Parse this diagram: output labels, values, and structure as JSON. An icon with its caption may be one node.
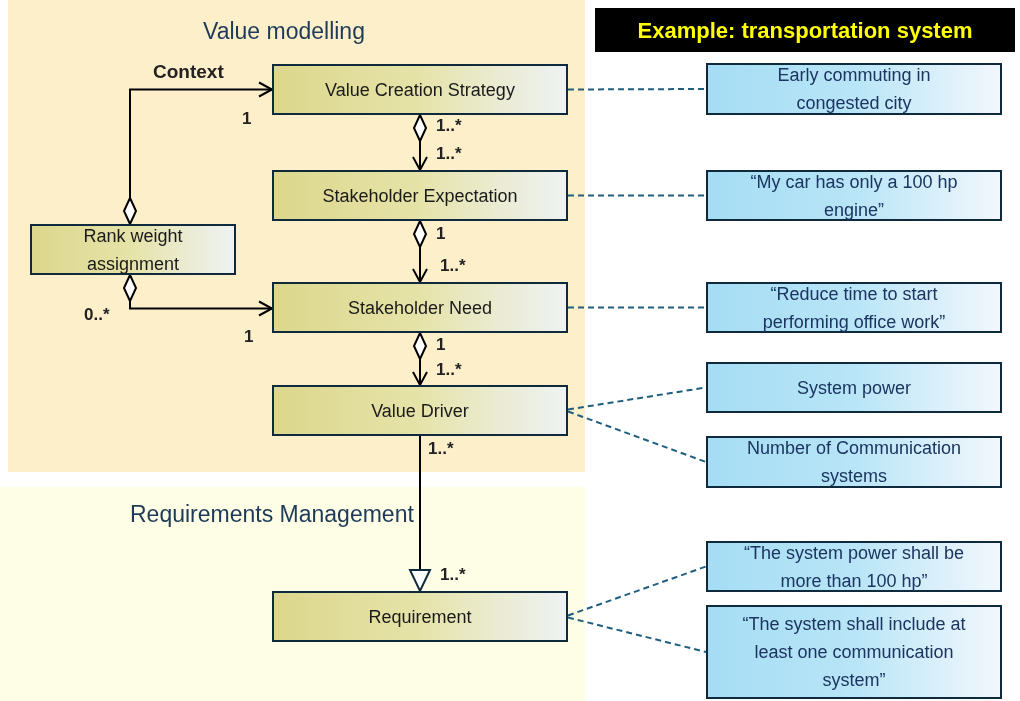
{
  "diagram": {
    "title": "Example: transportation system",
    "nodes": [
      {
        "text": [
          "Value modelling"
        ]
      },
      {
        "text": [
          "Value Creation Strategy"
        ],
        "in": 0
      },
      {
        "text": [
          "Stakeholder Expectation"
        ],
        "in": 0
      },
      {
        "text": [
          "Stakeholder Need"
        ],
        "in": 0
      },
      {
        "text": [
          "Value Driver"
        ],
        "in": 0
      },
      {
        "text": [
          "Rank weight assignment"
        ],
        "in": 0
      },
      {
        "text": [
          "Requirements Management"
        ]
      },
      {
        "text": [
          "Requirement"
        ],
        "in": 6
      },
      {
        "text": [
          "Early commuting in congested city"
        ]
      },
      {
        "text": [
          "“My car has only a 100 hp engine”"
        ]
      },
      {
        "text": [
          "“Reduce time to start performing office work”"
        ]
      },
      {
        "text": [
          "System power"
        ]
      },
      {
        "text": [
          "Number of Communication systems"
        ]
      },
      {
        "text": [
          "“The system power shall be more than 100 hp”"
        ]
      },
      {
        "text": [
          "“The system shall include at least one communication system”"
        ]
      }
    ],
    "edges": [
      {
        "from": 5,
        "to": 1,
        "arrow": "to",
        "label": "Context",
        "color": "#000000"
      },
      {
        "from": 5,
        "to": 3,
        "arrow": "to",
        "color": "#000000"
      },
      {
        "from": 1,
        "to": 2,
        "arrow": "to",
        "color": "#000000"
      },
      {
        "from": 2,
        "to": 3,
        "arrow": "to",
        "color": "#000000"
      },
      {
        "from": 3,
        "to": 4,
        "arrow": "to",
        "color": "#000000"
      },
      {
        "from": 4,
        "to": 7,
        "arrow": "to",
        "color": "#000000"
      },
      {
        "from": 1,
        "to": 8,
        "arrow": "none",
        "style": "dashed"
      },
      {
        "from": 2,
        "to": 9,
        "arrow": "none",
        "style": "dashed"
      },
      {
        "from": 3,
        "to": 10,
        "arrow": "none",
        "style": "dashed"
      },
      {
        "from": 4,
        "to": 11,
        "arrow": "none",
        "style": "dashed"
      },
      {
        "from": 4,
        "to": 12,
        "arrow": "none",
        "style": "dashed"
      },
      {
        "from": 7,
        "to": 13,
        "arrow": "none",
        "style": "dashed"
      },
      {
        "from": 7,
        "to": 14,
        "arrow": "none",
        "style": "dashed"
      }
    ],
    "labels": [
      "1",
      "1..*",
      "1..*",
      "1",
      "1..*",
      "0..*",
      "1",
      "1",
      "1..*",
      "1..*",
      "1..*"
    ]
  }
}
